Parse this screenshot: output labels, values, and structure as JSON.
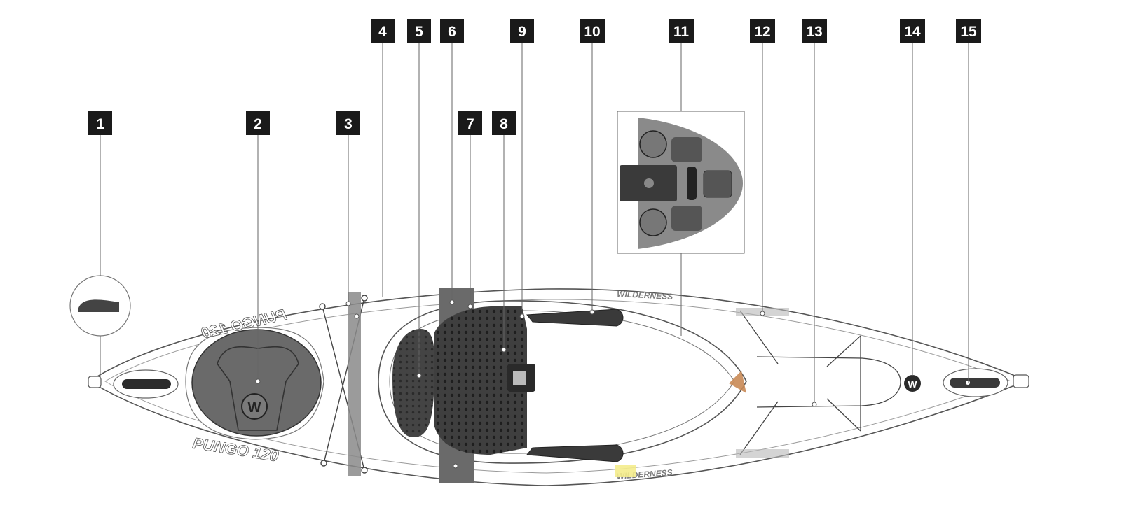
{
  "diagram": {
    "callouts": [
      {
        "id": "callout-1",
        "label": "1"
      },
      {
        "id": "callout-2",
        "label": "2"
      },
      {
        "id": "callout-3",
        "label": "3"
      },
      {
        "id": "callout-4",
        "label": "4"
      },
      {
        "id": "callout-5",
        "label": "5"
      },
      {
        "id": "callout-6",
        "label": "6"
      },
      {
        "id": "callout-7",
        "label": "7"
      },
      {
        "id": "callout-8",
        "label": "8"
      },
      {
        "id": "callout-9",
        "label": "9"
      },
      {
        "id": "callout-10",
        "label": "10"
      },
      {
        "id": "callout-11",
        "label": "11"
      },
      {
        "id": "callout-12",
        "label": "12"
      },
      {
        "id": "callout-13",
        "label": "13"
      },
      {
        "id": "callout-14",
        "label": "14"
      },
      {
        "id": "callout-15",
        "label": "15"
      }
    ],
    "hull_text": {
      "model_top": "PUNGO 120",
      "model_bottom": "PUNGO 120",
      "brand_top": "WILDERNESS",
      "brand_bottom": "WILDERNESS",
      "logo_letter": "W"
    },
    "colors": {
      "label_bg": "#1a1a1a",
      "hatch_gray": "#6a6a6a",
      "seat_dark": "#3a3a3a",
      "accent_orange": "#c98a55",
      "accent_yellow": "#f4ec8c"
    }
  }
}
